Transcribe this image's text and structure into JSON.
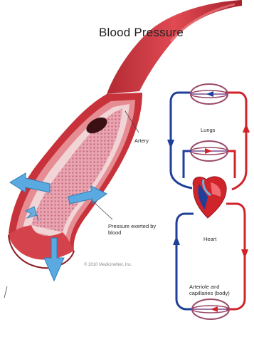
{
  "title": "Blood Pressure",
  "labels": {
    "artery": "Artery",
    "pressure": "Pressure exerted by blood",
    "lungs": "Lungs",
    "heart": "Heart",
    "arteriole": "Arteriole and capillaries (body)"
  },
  "copyright": "© 2010 MedicineNet, Inc.",
  "colors": {
    "artery_red": "#c8323a",
    "vessel_pink": "#e58d93",
    "lumen_pink": "#e8a4b0",
    "arrow_blue": "#5aa9e0",
    "vein_blue": "#1f3f9a",
    "circ_red": "#d1232a"
  }
}
